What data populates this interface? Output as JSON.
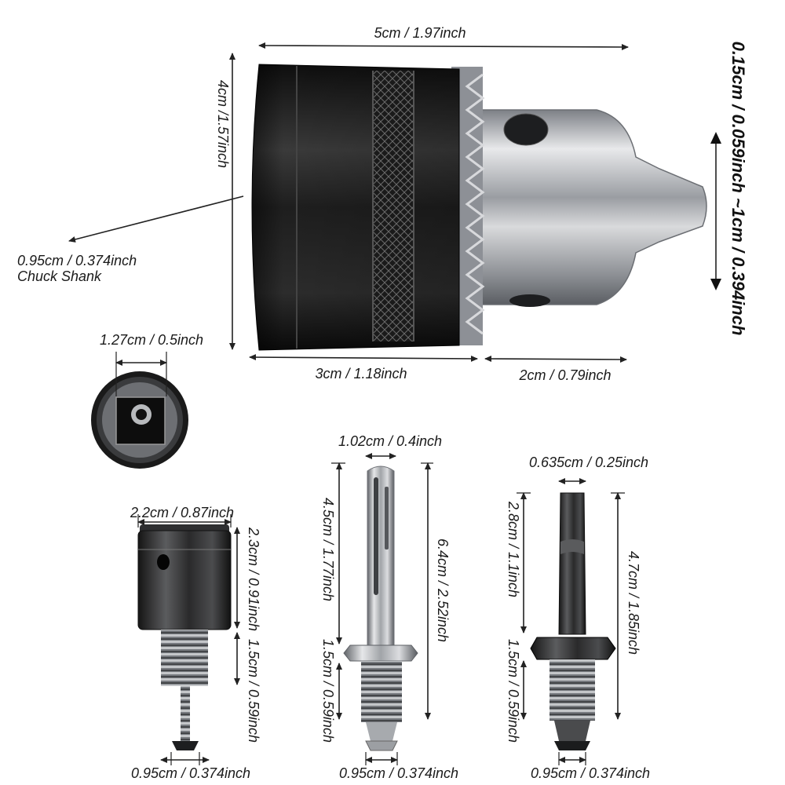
{
  "labels": {
    "chuck_width": "5cm / 1.97inch",
    "chuck_height": "4cm /1.57inch",
    "capacity": "0.15cm / 0.059inch ~1cm / 0.394inch",
    "sleeve_length": "3cm / 1.18inch",
    "nose_length": "2cm / 0.79inch",
    "chuck_shank_size": "0.95cm / 0.374inch",
    "chuck_shank_name": "Chuck Shank",
    "square_socket": "1.27cm / 0.5inch",
    "a1_width": "2.2cm / 0.87inch",
    "a1_body": "2.3cm / 0.91inch",
    "a1_thread": "1.5cm / 0.59inch",
    "a1_bottom": "0.95cm / 0.374inch",
    "a2_width": "1.02cm / 0.4inch",
    "a2_shank": "4.5cm / 1.77inch",
    "a2_total": "6.4cm / 2.52inch",
    "a2_thread": "1.5cm / 0.59inch",
    "a2_bottom": "0.95cm / 0.374inch",
    "a3_width": "0.635cm / 0.25inch",
    "a3_hex": "2.8cm / 1.1inch",
    "a3_total": "4.7cm / 1.85inch",
    "a3_thread": "1.5cm / 0.59inch",
    "a3_bottom": "0.95cm / 0.374inch"
  },
  "colors": {
    "sleeve": "#1c1c1c",
    "steel": "#b9bcc0",
    "dark_steel": "#3a3b3d"
  }
}
